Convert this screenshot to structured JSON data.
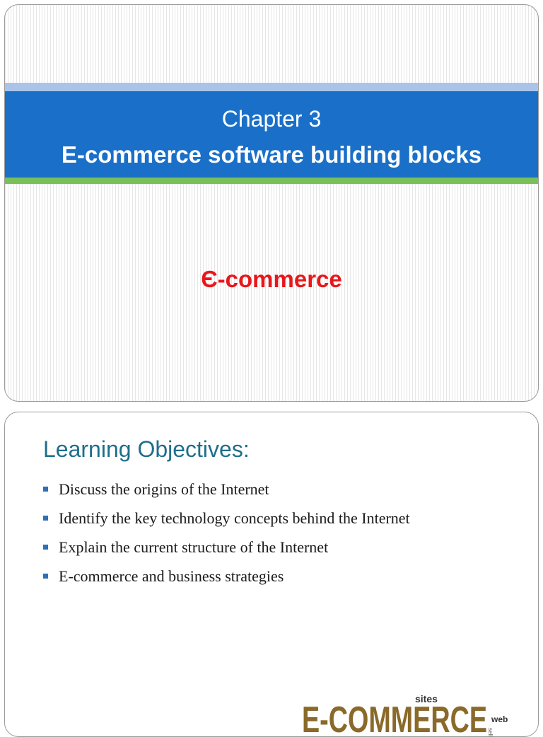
{
  "slide1": {
    "chapter": "Chapter 3",
    "title": "E-commerce software building blocks",
    "subtitle": "Є-commerce"
  },
  "slide2": {
    "heading": "Learning Objectives:",
    "bullets": [
      "Discuss the origins of the Internet",
      "Identify the key technology concepts behind the Internet",
      "Explain the current structure of the Internet",
      "E-commerce and business strategies"
    ],
    "logo": {
      "main": "E-COMMERCE",
      "tag_top": "sites",
      "tag_right": "web",
      "tag_vertical": "selling"
    }
  },
  "colors": {
    "title_band": "#1a70c8",
    "band_top": "#a9c4e8",
    "band_bottom": "#78c058",
    "subtitle": "#e8171b",
    "heading": "#1e6e8c",
    "bullet": "#2e6fb7",
    "logo_text": "#8a6a2a"
  }
}
